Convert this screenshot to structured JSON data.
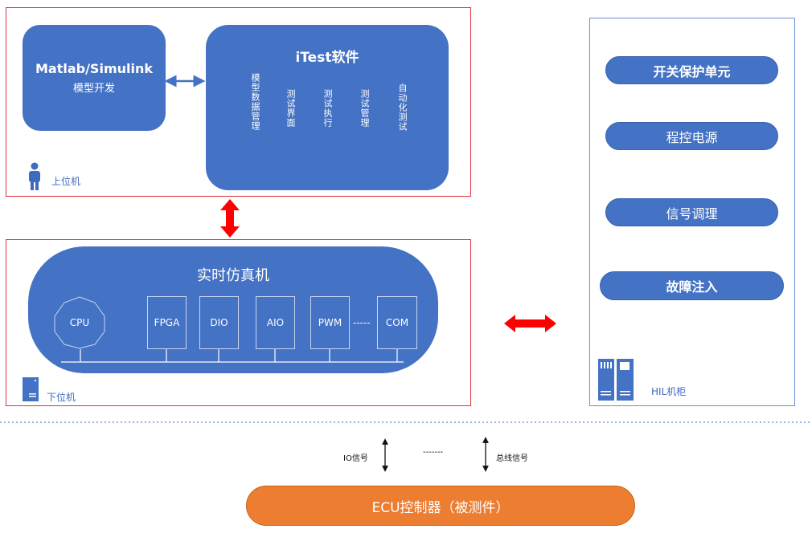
{
  "host": {
    "matlab_title": "Matlab/Simulink",
    "matlab_sub": "模型开发",
    "itest_title": "iTest软件",
    "itest_items": [
      "模型数据管理",
      "测试界面",
      "测试执行",
      "测试管理",
      "自动化测试"
    ],
    "caption": "上位机"
  },
  "target": {
    "title": "实时仿真机",
    "cpu": "CPU",
    "modules": [
      "FPGA",
      "DIO",
      "AIO",
      "PWM",
      "COM"
    ],
    "dashes": "-----",
    "caption": "下位机"
  },
  "cabinet": {
    "items": [
      "开关保护单元",
      "程控电源",
      "信号调理",
      "故障注入"
    ],
    "caption": "HIL机柜"
  },
  "signals": {
    "io": "IO信号",
    "dots": "-------",
    "bus": "总线信号"
  },
  "ecu": {
    "label": "ECU控制器（被测件）"
  },
  "colors": {
    "blue": "#4472c4",
    "red_frame": "#e0303a",
    "arrow_red": "#ff0000",
    "ecu_orange": "#ed7d31"
  }
}
